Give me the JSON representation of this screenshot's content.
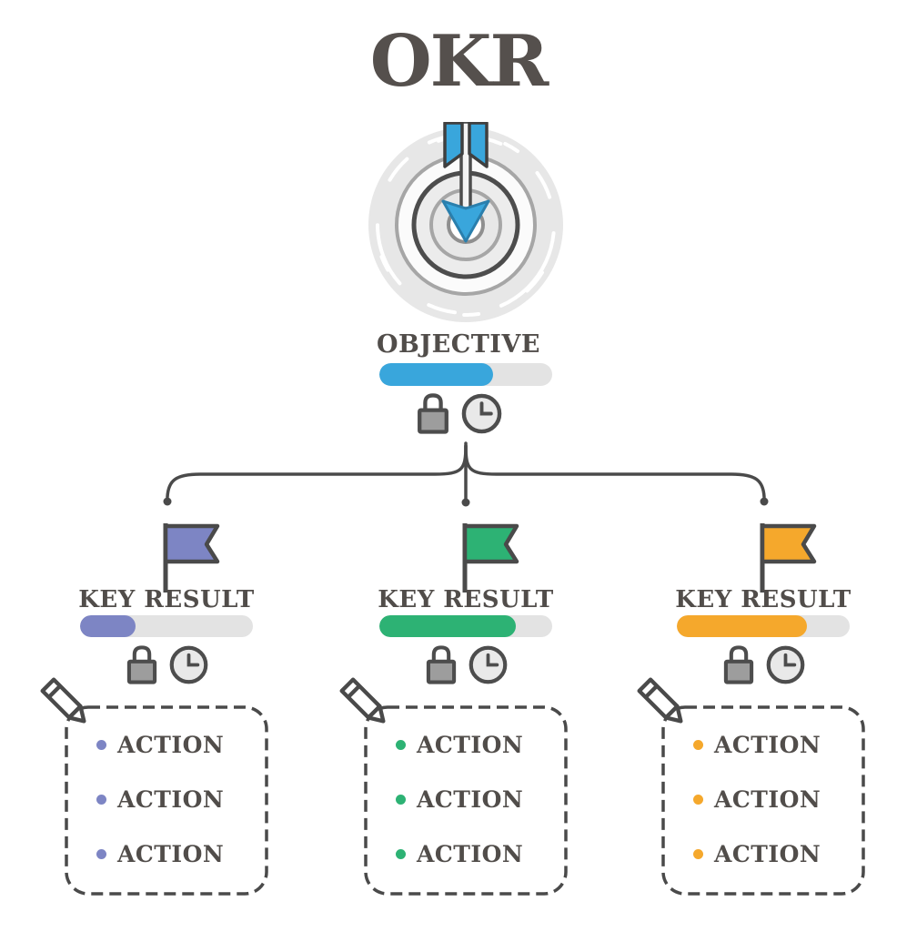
{
  "title": "OKR",
  "objective": {
    "label": "OBJECTIVE",
    "progress_percent": 66,
    "color": "#39a6dc"
  },
  "key_results": [
    {
      "label": "KEY RESULT",
      "color": "#7d85c4",
      "progress_percent": 32,
      "actions": [
        "ACTION",
        "ACTION",
        "ACTION"
      ]
    },
    {
      "label": "KEY RESULT",
      "color": "#2db274",
      "progress_percent": 79,
      "actions": [
        "ACTION",
        "ACTION",
        "ACTION"
      ]
    },
    {
      "label": "KEY RESULT",
      "color": "#f5a82c",
      "progress_percent": 75,
      "actions": [
        "ACTION",
        "ACTION",
        "ACTION"
      ]
    }
  ],
  "icons": {
    "target": "target-bullseye-arrow-icon",
    "lock": "lock-icon",
    "clock": "clock-icon",
    "flag": "flag-icon",
    "pencil": "pencil-icon",
    "bullet": "bullet-dot-icon"
  },
  "colors": {
    "outline": "#4a4a4a",
    "text": "#514d4a",
    "track": "#e3e3e3",
    "target_disc": "#e7e7e7",
    "lock_fill": "#9d9d9d",
    "clock_face": "#e9e9e9",
    "arrow_blue": "#39a6dc"
  }
}
